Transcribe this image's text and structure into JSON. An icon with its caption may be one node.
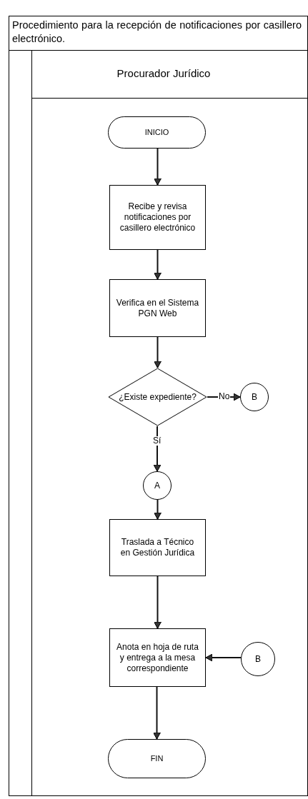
{
  "diagram": {
    "title": "Procedimiento para la recepción de notificaciones por casillero electrónico.",
    "nodes": [
      {
        "text": [
          "Procurador Jurídico"
        ]
      },
      {
        "text": [
          "INICIO"
        ],
        "in": 0
      },
      {
        "text": [
          "Recibe y revisa notificaciones por casillero electrónico"
        ],
        "in": 0
      },
      {
        "text": [
          "Verifica en el Sistema PGN Web"
        ],
        "in": 0
      },
      {
        "text": [
          "¿Existe expediente?"
        ],
        "in": 0
      },
      {
        "text": [
          "B"
        ],
        "in": 0
      },
      {
        "text": [
          "A"
        ],
        "in": 0
      },
      {
        "text": [
          "Traslada a Técnico en Gestión Jurídica"
        ],
        "in": 0
      },
      {
        "text": [
          "Anota en hoja de ruta y entrega a la mesa correspondiente"
        ],
        "in": 0
      },
      {
        "text": [
          "B"
        ],
        "in": 0
      },
      {
        "text": [
          "FIN"
        ],
        "in": 0
      }
    ],
    "edges": [
      {
        "from": 1,
        "to": 2,
        "arrow": "to"
      },
      {
        "from": 2,
        "to": 3,
        "arrow": "to"
      },
      {
        "from": 3,
        "to": 4,
        "arrow": "to"
      },
      {
        "from": 4,
        "to": 5,
        "arrow": "to",
        "label": "No"
      },
      {
        "from": 4,
        "to": 6,
        "arrow": "to",
        "label": "Sí"
      },
      {
        "from": 6,
        "to": 7,
        "arrow": "to"
      },
      {
        "from": 7,
        "to": 8,
        "arrow": "to"
      },
      {
        "from": 9,
        "to": 8,
        "arrow": "to"
      },
      {
        "from": 8,
        "to": 10,
        "arrow": "to"
      }
    ]
  }
}
